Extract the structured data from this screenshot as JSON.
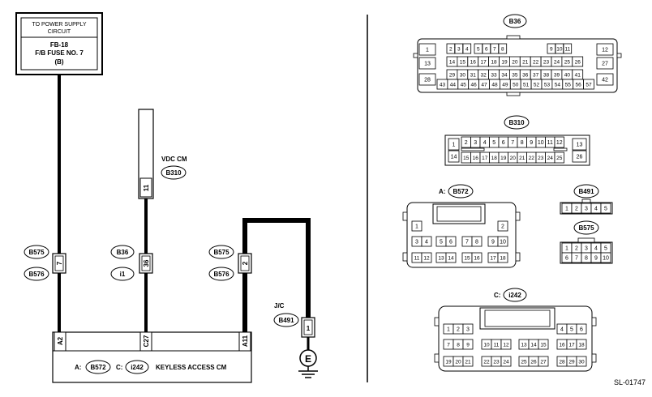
{
  "power_box": {
    "line1": "TO POWER SUPPLY",
    "line2": "CIRCUIT",
    "line3": "FB-18",
    "line4": "F/B FUSE NO. 7",
    "line5": "(B)"
  },
  "vdc": {
    "label": "VDC CM",
    "connector": "B310",
    "pin": "11"
  },
  "wire_connectors": {
    "left": {
      "top": "B575",
      "bottom": "B576",
      "pin": "7"
    },
    "middle": {
      "top": "B36",
      "bottom": "i1",
      "pin": "36"
    },
    "right": {
      "top": "B575",
      "bottom": "B576",
      "pin": "2"
    }
  },
  "ecu": {
    "pin_a2": "A2",
    "pin_c27": "C27",
    "pin_a11": "A11",
    "prefix_a": "A:",
    "conn_a": "B572",
    "prefix_c": "C:",
    "conn_c": "i242",
    "name": "KEYLESS ACCESS CM"
  },
  "jc": {
    "label": "J/C",
    "connector": "B491",
    "pin": "1",
    "ground": "E"
  },
  "connectors": {
    "b36": {
      "name": "B36",
      "left_pins": [
        "1",
        "13",
        "28"
      ],
      "right_pins": [
        "12",
        "27",
        "42"
      ],
      "rows": [
        [
          "2",
          "3",
          "4",
          "",
          "5",
          "6",
          "7",
          "8",
          "",
          "9",
          "10",
          "11"
        ],
        [
          "14",
          "15",
          "16",
          "17",
          "18",
          "19",
          "20",
          "21",
          "22",
          "23",
          "24",
          "25",
          "26"
        ],
        [
          "29",
          "30",
          "31",
          "32",
          "33",
          "34",
          "35",
          "36",
          "37",
          "38",
          "39",
          "40",
          "41"
        ],
        [
          "43",
          "44",
          "45",
          "46",
          "47",
          "48",
          "49",
          "50",
          "51",
          "52",
          "53",
          "54",
          "55",
          "56",
          "57"
        ]
      ]
    },
    "b310": {
      "name": "B310",
      "left_pins": [
        "1",
        "14"
      ],
      "right_pins": [
        "13",
        "26"
      ],
      "row1": [
        "2",
        "3",
        "4",
        "5",
        "6",
        "7",
        "8",
        "9",
        "10",
        "11",
        "12"
      ],
      "row2": [
        "15",
        "16",
        "17",
        "18",
        "19",
        "20",
        "21",
        "22",
        "23",
        "24",
        "25"
      ]
    },
    "b572": {
      "prefix": "A:",
      "name": "B572",
      "row1": [
        "1",
        "2"
      ],
      "row2": [
        "3",
        "4",
        "5",
        "6",
        "7",
        "8",
        "9",
        "10"
      ],
      "row3": [
        "11",
        "12",
        "13",
        "14",
        "15",
        "16",
        "17",
        "18"
      ]
    },
    "b491": {
      "name": "B491",
      "pins": [
        "1",
        "2",
        "3",
        "4",
        "5"
      ]
    },
    "b575": {
      "name": "B575",
      "row1": [
        "1",
        "2",
        "3",
        "4",
        "5"
      ],
      "row2": [
        "6",
        "7",
        "8",
        "9",
        "10"
      ]
    },
    "i242": {
      "prefix": "C:",
      "name": "i242",
      "row1": [
        "1",
        "2",
        "3",
        "4",
        "5",
        "6"
      ],
      "row2": [
        "7",
        "8",
        "9",
        "10",
        "11",
        "12",
        "13",
        "14",
        "15",
        "16",
        "17",
        "18"
      ],
      "row3": [
        "19",
        "20",
        "21",
        "22",
        "23",
        "24",
        "25",
        "26",
        "27",
        "28",
        "29",
        "30"
      ]
    }
  },
  "code": "SL-01747"
}
